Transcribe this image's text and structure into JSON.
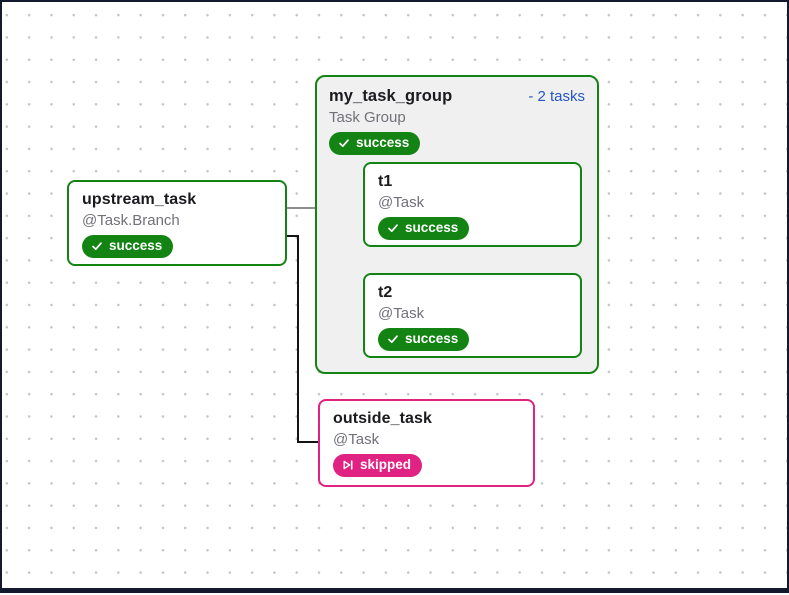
{
  "graph": {
    "nodes": {
      "upstream_task": {
        "title": "upstream_task",
        "subtitle": "@Task.Branch",
        "status": "success"
      },
      "my_task_group": {
        "title": "my_task_group",
        "subtitle": "Task Group",
        "status": "success",
        "toggle_label": "- 2 tasks"
      },
      "t1": {
        "title": "t1",
        "subtitle": "@Task",
        "status": "success"
      },
      "t2": {
        "title": "t2",
        "subtitle": "@Task",
        "status": "success"
      },
      "outside_task": {
        "title": "outside_task",
        "subtitle": "@Task",
        "status": "skipped"
      }
    },
    "edges": [
      {
        "from": "upstream_task",
        "to": "t1",
        "via": "junction-dot"
      },
      {
        "from": "upstream_task",
        "to": "t2",
        "via": "junction-dot"
      },
      {
        "from": "upstream_task",
        "to": "outside_task"
      }
    ],
    "colors": {
      "success_green": "#138413",
      "skipped_pink": "#e02282",
      "toggle_link_blue": "#2457c5",
      "group_background": "#f0f0f1",
      "edge_gray": "#8e8e8e",
      "edge_dark": "#141414",
      "subtitle_gray": "#717179",
      "outer_border_navy": "#141a2e"
    }
  }
}
